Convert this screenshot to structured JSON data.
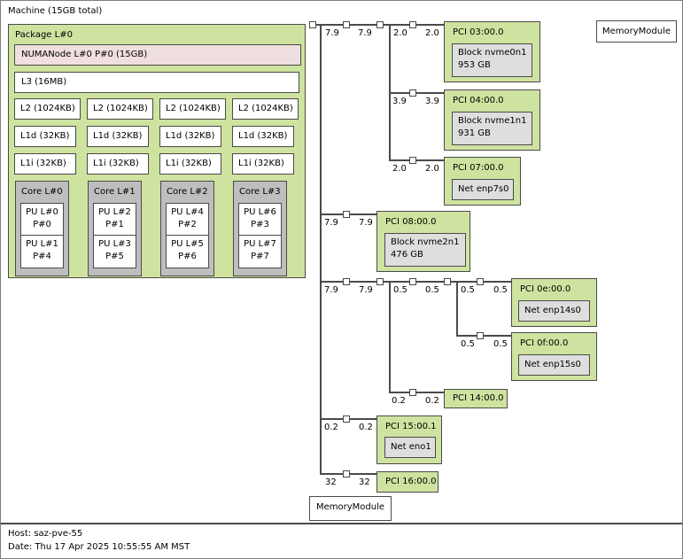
{
  "machine": {
    "label": "Machine (15GB total)"
  },
  "package": {
    "label": "Package L#0",
    "numanode_label": "NUMANode L#0 P#0 (15GB)",
    "l3_label": "L3 (16MB)",
    "columns": [
      {
        "l2": "L2 (1024KB)",
        "l1d": "L1d (32KB)",
        "l1i": "L1i (32KB)",
        "core": "Core L#0",
        "pu0_line1": "PU L#0",
        "pu0_line2": "P#0",
        "pu1_line1": "PU L#1",
        "pu1_line2": "P#4"
      },
      {
        "l2": "L2 (1024KB)",
        "l1d": "L1d (32KB)",
        "l1i": "L1i (32KB)",
        "core": "Core L#1",
        "pu0_line1": "PU L#2",
        "pu0_line2": "P#1",
        "pu1_line1": "PU L#3",
        "pu1_line2": "P#5"
      },
      {
        "l2": "L2 (1024KB)",
        "l1d": "L1d (32KB)",
        "l1i": "L1i (32KB)",
        "core": "Core L#2",
        "pu0_line1": "PU L#4",
        "pu0_line2": "P#2",
        "pu1_line1": "PU L#5",
        "pu1_line2": "P#6"
      },
      {
        "l2": "L2 (1024KB)",
        "l1d": "L1d (32KB)",
        "l1i": "L1i (32KB)",
        "core": "Core L#3",
        "pu0_line1": "PU L#6",
        "pu0_line2": "P#3",
        "pu1_line1": "PU L#7",
        "pu1_line2": "P#7"
      }
    ]
  },
  "pci": {
    "links": {
      "root": {
        "a": "7.9",
        "b": "7.9"
      },
      "l03": {
        "a": "2.0",
        "b": "2.0"
      },
      "l04": {
        "a": "3.9",
        "b": "3.9"
      },
      "l07": {
        "a": "2.0",
        "b": "2.0"
      },
      "l08": {
        "a": "7.9",
        "b": "7.9"
      },
      "lc": {
        "a": "7.9",
        "b": "7.9"
      },
      "lc1": {
        "a": "0.5",
        "b": "0.5"
      },
      "l0e": {
        "a": "0.5",
        "b": "0.5"
      },
      "l0f": {
        "a": "0.5",
        "b": "0.5"
      },
      "l14": {
        "a": "0.2",
        "b": "0.2"
      },
      "l15": {
        "a": "0.2",
        "b": "0.2"
      },
      "l16": {
        "a": "32",
        "b": "32"
      }
    },
    "devices": {
      "d03": {
        "label": "PCI 03:00.0",
        "line1": "Block nvme0n1",
        "line2": "953 GB"
      },
      "d04": {
        "label": "PCI 04:00.0",
        "line1": "Block nvme1n1",
        "line2": "931 GB"
      },
      "d07": {
        "label": "PCI 07:00.0",
        "line1": "Net enp7s0"
      },
      "d08": {
        "label": "PCI 08:00.0",
        "line1": "Block nvme2n1",
        "line2": "476 GB"
      },
      "d0e": {
        "label": "PCI 0e:00.0",
        "line1": "Net enp14s0"
      },
      "d0f": {
        "label": "PCI 0f:00.0",
        "line1": "Net enp15s0"
      },
      "d14": {
        "label": "PCI 14:00.0"
      },
      "d15": {
        "label": "PCI 15:00.1",
        "line1": "Net eno1"
      },
      "d16": {
        "label": "PCI 16:00.0"
      }
    }
  },
  "memory": {
    "top": "MemoryModule",
    "bottom": "MemoryModule"
  },
  "legend": {
    "host": "Host: saz-pve-55",
    "date": "Date: Thu 17 Apr 2025 10:55:55 AM MST"
  },
  "colors": {
    "package_green": "#cfe3a0",
    "numanode_pink": "#efdfde",
    "core_gray": "#bebebe",
    "device_gray": "#dedede",
    "line": "#4a4a4a"
  }
}
